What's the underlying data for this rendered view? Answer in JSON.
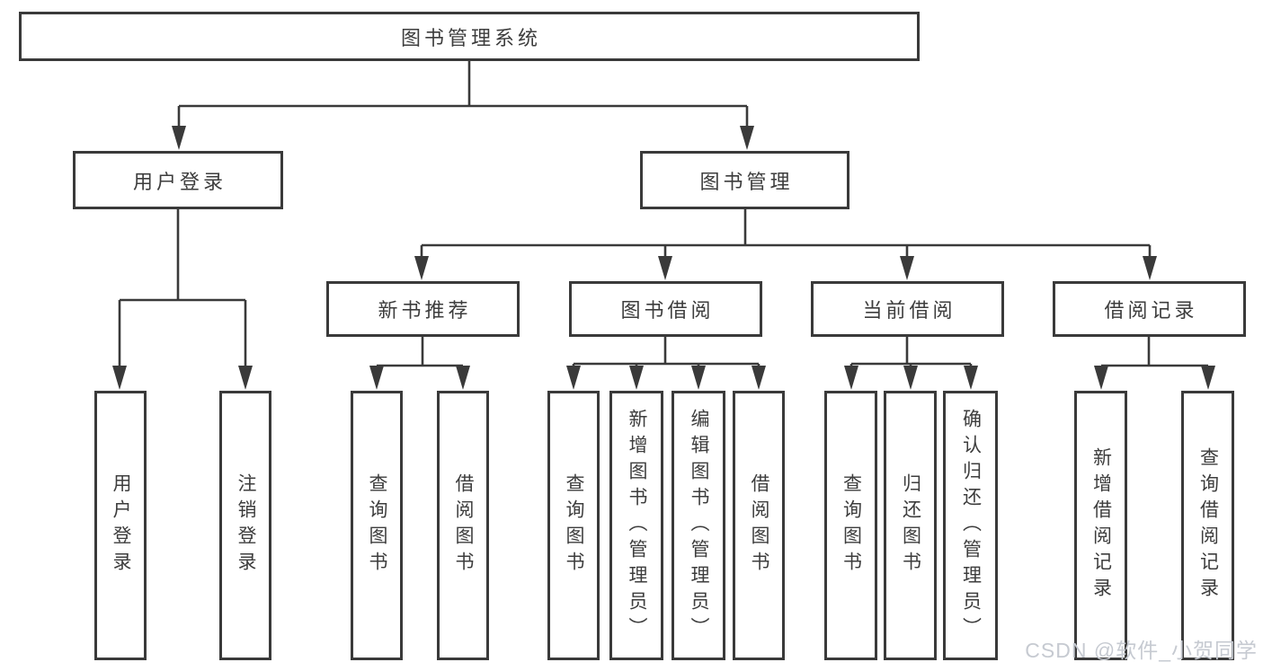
{
  "diagram_type": "hierarchy",
  "tree": {
    "root": {
      "label": "图书管理系统"
    },
    "branches": [
      {
        "label": "用户登录",
        "children": [
          {
            "label": "用户登录"
          },
          {
            "label": "注销登录"
          }
        ]
      },
      {
        "label": "图书管理",
        "groups": [
          {
            "label": "新书推荐",
            "children": [
              {
                "label": "查询图书"
              },
              {
                "label": "借阅图书"
              }
            ]
          },
          {
            "label": "图书借阅",
            "children": [
              {
                "label": "查询图书"
              },
              {
                "label": "新增图书（管理员）"
              },
              {
                "label": "编辑图书（管理员）"
              },
              {
                "label": "借阅图书"
              }
            ]
          },
          {
            "label": "当前借阅",
            "children": [
              {
                "label": "查询图书"
              },
              {
                "label": "归还图书"
              },
              {
                "label": "确认归还（管理员）"
              }
            ]
          },
          {
            "label": "借阅记录",
            "children": [
              {
                "label": "新增借阅记录"
              },
              {
                "label": "查询借阅记录"
              }
            ]
          }
        ]
      }
    ]
  },
  "watermark": {
    "text": "CSDN @软件_小贺同学",
    "color": "#c6cad1"
  },
  "colors": {
    "line": "#3a3a3a",
    "box_border": "#3a3a3a",
    "box_bg": "#ffffff",
    "text": "#3d3d3d"
  }
}
